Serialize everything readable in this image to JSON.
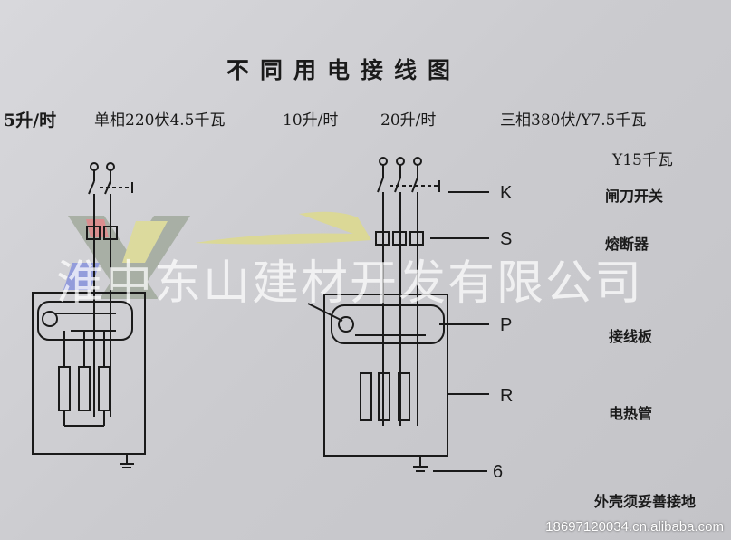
{
  "title": "不同用电接线图",
  "header": {
    "left_cut": "5升/时",
    "single_phase": "单相220伏4.5千瓦",
    "cap_10": "10升/时",
    "cap_20": "20升/时",
    "three_phase": "三相380伏/Y7.5千瓦",
    "three_phase_2": "Y15千瓦"
  },
  "legend": [
    {
      "code": "K",
      "name": "闸刀开关"
    },
    {
      "code": "S",
      "name": "熔断器"
    },
    {
      "code": "P",
      "name": "接线板"
    },
    {
      "code": "R",
      "name": "电热管"
    },
    {
      "code": "6",
      "name": "外壳须妥善接地"
    }
  ],
  "watermark": "淮中东山建材开发有限公司",
  "footer": "18697120034.cn.alibaba.com"
}
